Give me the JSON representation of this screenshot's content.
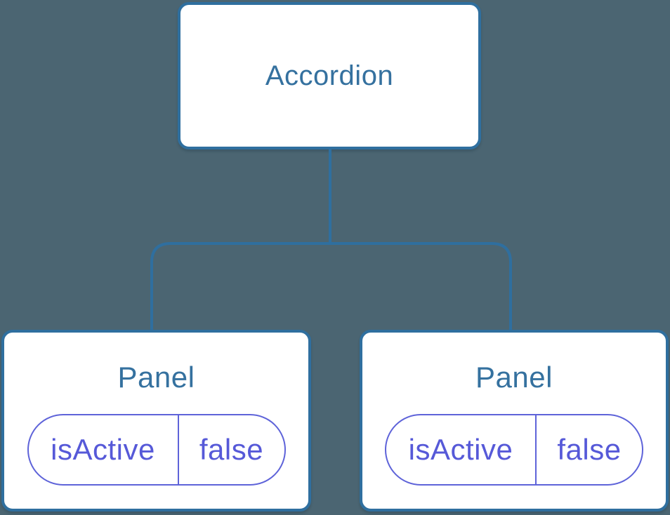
{
  "colors": {
    "background": "#4B6572",
    "node_fill": "#FFFFFF",
    "node_border": "#2F6F9F",
    "node_label": "#35719F",
    "connector": "#2F6F9F",
    "state_border": "#5E63D9",
    "state_text": "#5659D8"
  },
  "tree": {
    "root": {
      "label": "Accordion"
    },
    "children": [
      {
        "label": "Panel",
        "state": {
          "name": "isActive",
          "value": "false"
        }
      },
      {
        "label": "Panel",
        "state": {
          "name": "isActive",
          "value": "false"
        }
      }
    ]
  }
}
